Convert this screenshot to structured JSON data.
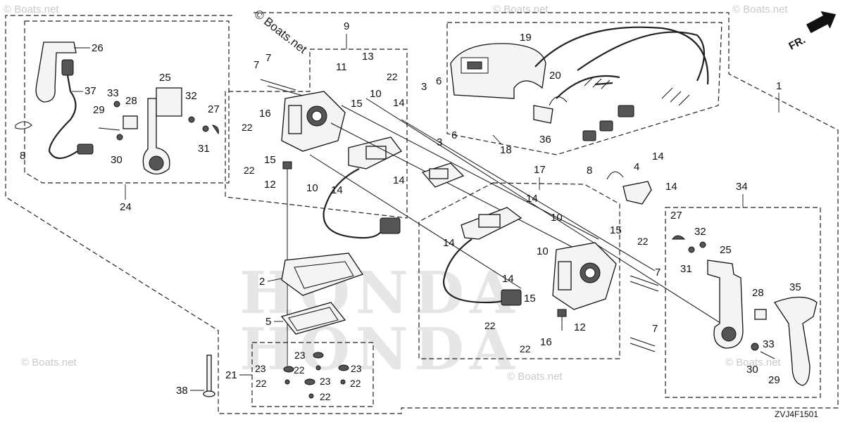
{
  "watermark": {
    "main": "© Boats.net",
    "faint": "© Boats.net"
  },
  "drawing_code": "ZVJ4F1501",
  "direction_arrow": "FR.",
  "background_brand": [
    "HONDA",
    "HONDA"
  ],
  "callouts": {
    "c1": "1",
    "c2": "2",
    "c3a": "3",
    "c3b": "3",
    "c4": "4",
    "c5": "5",
    "c6a": "6",
    "c6b": "6",
    "c7a": "7",
    "c7b": "7",
    "c7c": "7",
    "c7d": "7",
    "c8a": "8",
    "c8b": "8",
    "c9": "9",
    "c10a": "10",
    "c10b": "10",
    "c10c": "10",
    "c10d": "10",
    "c11": "11",
    "c12a": "12",
    "c12b": "12",
    "c13": "13",
    "c14a": "14",
    "c14b": "14",
    "c14c": "14",
    "c14d": "14",
    "c14e": "14",
    "c14f": "14",
    "c14g": "14",
    "c14h": "14",
    "c15a": "15",
    "c15b": "15",
    "c15c": "15",
    "c15d": "15",
    "c16a": "16",
    "c16b": "16",
    "c17": "17",
    "c18": "18",
    "c19": "19",
    "c20": "20",
    "c21": "21",
    "c22a": "22",
    "c22b": "22",
    "c22c": "22",
    "c22d": "22",
    "c22e": "22",
    "c22f": "22",
    "c22g": "22",
    "c22h": "22",
    "c22i": "22",
    "c22j": "22",
    "c23a": "23",
    "c23b": "23",
    "c23c": "23",
    "c23d": "23",
    "c24": "24",
    "c25a": "25",
    "c25b": "25",
    "c26": "26",
    "c27a": "27",
    "c27b": "27",
    "c28a": "28",
    "c28b": "28",
    "c29a": "29",
    "c29b": "29",
    "c30a": "30",
    "c30b": "30",
    "c31a": "31",
    "c31b": "31",
    "c32a": "32",
    "c32b": "32",
    "c33a": "33",
    "c33b": "33",
    "c34": "34",
    "c35": "35",
    "c36": "36",
    "c37": "37",
    "c38": "38"
  }
}
